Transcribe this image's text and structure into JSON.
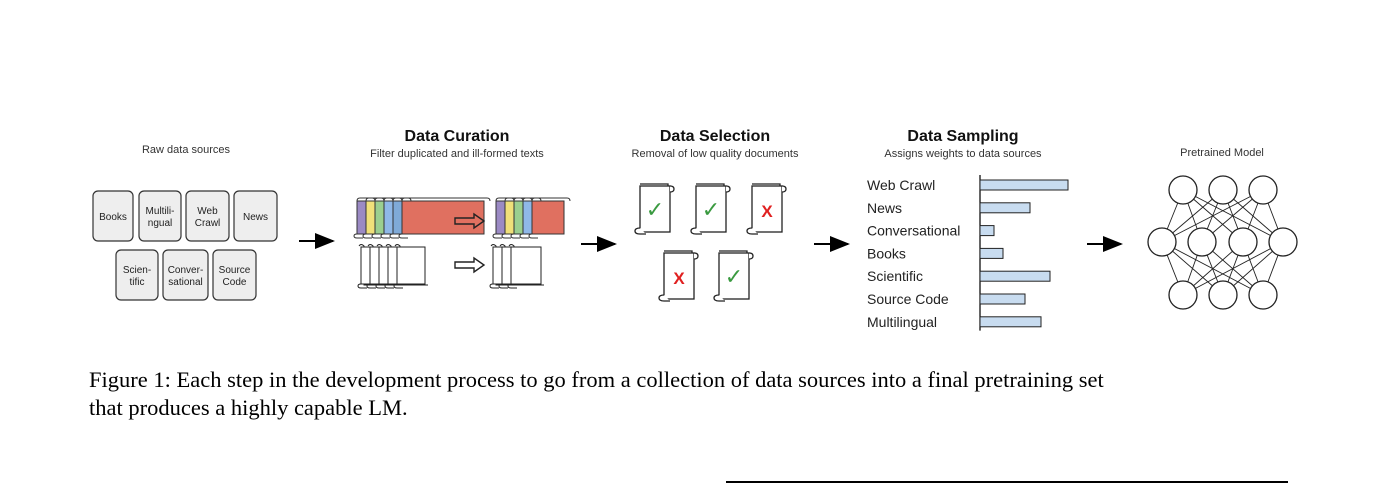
{
  "figure": {
    "sections": {
      "raw": {
        "title": "Raw data sources"
      },
      "curation": {
        "title": "Data Curation",
        "subtitle": "Filter duplicated and ill-formed texts"
      },
      "selection": {
        "title": "Data Selection",
        "subtitle": "Removal of low quality documents"
      },
      "sampling": {
        "title": "Data Sampling",
        "subtitle": "Assigns weights to data sources"
      },
      "model": {
        "title": "Pretrained Model"
      }
    },
    "sources": [
      {
        "lines": [
          "Books"
        ]
      },
      {
        "lines": [
          "Multili-",
          "ngual"
        ]
      },
      {
        "lines": [
          "Web",
          "Crawl"
        ]
      },
      {
        "lines": [
          "News"
        ]
      },
      {
        "lines": [
          "Scien-",
          "tific"
        ]
      },
      {
        "lines": [
          "Conver-",
          "sational"
        ]
      },
      {
        "lines": [
          "Source",
          "Code"
        ]
      }
    ],
    "selection_marks": [
      "✓",
      "✓",
      "X",
      "X",
      "✓"
    ],
    "colors": {
      "check": "#3a9a40",
      "cross": "#e02020",
      "bar_fill": "#c8dcf0",
      "doc_colors": [
        "#9b8ac4",
        "#f0e07a",
        "#9bcf8f",
        "#8fb8e8",
        "#7faad8",
        "#e07060"
      ]
    }
  },
  "chart_data": {
    "type": "bar",
    "orientation": "horizontal",
    "categories": [
      "Web Crawl",
      "News",
      "Conversational",
      "Books",
      "Scientific",
      "Source Code",
      "Multilingual"
    ],
    "values": [
      88,
      50,
      14,
      23,
      70,
      45,
      61
    ],
    "xlim": [
      0,
      100
    ],
    "grid": false,
    "legend": "none"
  },
  "caption": {
    "line1": "Figure 1: Each step in the development process to go from a collection of data sources into a final pretraining set",
    "line2": "that produces a highly capable LM."
  }
}
